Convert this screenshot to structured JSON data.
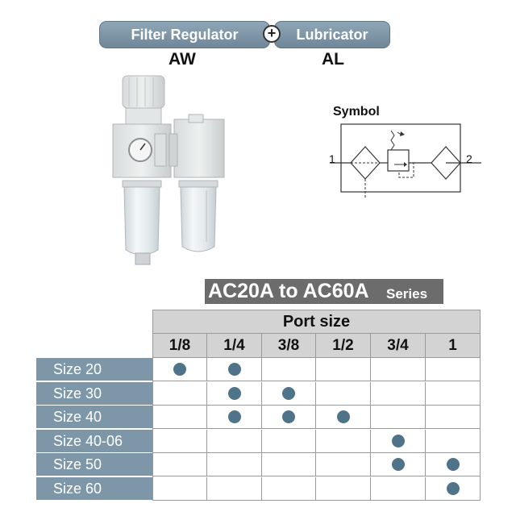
{
  "header": {
    "filter_regulator": "Filter Regulator",
    "plus": "+",
    "lubricator": "Lubricator",
    "code_filter_regulator": "AW",
    "code_lubricator": "AL"
  },
  "symbol": {
    "title": "Symbol",
    "port_in": "1",
    "port_out": "2"
  },
  "series": {
    "main": "AC20A to AC60A",
    "sub": "Series"
  },
  "table": {
    "group_header": "Port size",
    "columns": [
      "1/8",
      "1/4",
      "3/8",
      "1/2",
      "3/4",
      "1"
    ],
    "rows": [
      {
        "label": "Size 20",
        "marks": [
          true,
          true,
          false,
          false,
          false,
          false
        ]
      },
      {
        "label": "Size 30",
        "marks": [
          false,
          true,
          true,
          false,
          false,
          false
        ]
      },
      {
        "label": "Size 40",
        "marks": [
          false,
          true,
          true,
          true,
          false,
          false
        ]
      },
      {
        "label": "Size 40-06",
        "marks": [
          false,
          false,
          false,
          false,
          true,
          false
        ]
      },
      {
        "label": "Size 50",
        "marks": [
          false,
          false,
          false,
          false,
          true,
          true
        ]
      },
      {
        "label": "Size 60",
        "marks": [
          false,
          false,
          false,
          false,
          false,
          true
        ]
      }
    ]
  },
  "colors": {
    "pill": "#7d95a6",
    "row_header": "#7d97a8",
    "dot": "#4f7388",
    "banner": "#6c6c6c"
  }
}
